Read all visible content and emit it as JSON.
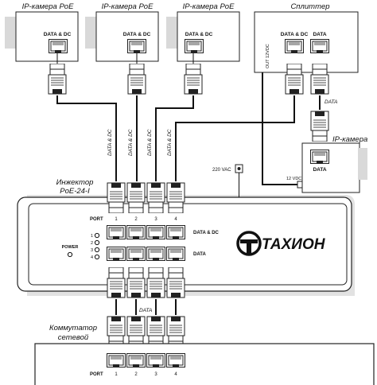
{
  "cameras": {
    "label": "IP-камера PoE",
    "port_label": "DATA & DC"
  },
  "splitter": {
    "label": "Сплиттер",
    "port1_label": "DATA & DC",
    "port2_label": "DATA",
    "out_label": "OUT 12VDC"
  },
  "ip_camera": {
    "label": "IP-камера",
    "port_label": "DATA",
    "power_label": "12 VDC"
  },
  "injector": {
    "title_line1": "Инжектор",
    "title_line2": "PoE-24-I",
    "port_label": "PORT",
    "port_numbers": [
      "1",
      "2",
      "3",
      "4"
    ],
    "row1_label": "DATA & DC",
    "row2_label": "DATA",
    "power_label": "POWER",
    "led_numbers": [
      "1",
      "2",
      "3",
      "4"
    ],
    "ac_label": "220 VAC",
    "brand": "ТАХИОН"
  },
  "switch": {
    "title_line1": "Коммутатор",
    "title_line2": "сетевой",
    "port_label": "PORT",
    "port_numbers": [
      "1",
      "2",
      "3",
      "4"
    ]
  },
  "wires": {
    "data_dc": "DATA & DC",
    "data": "DATA"
  }
}
